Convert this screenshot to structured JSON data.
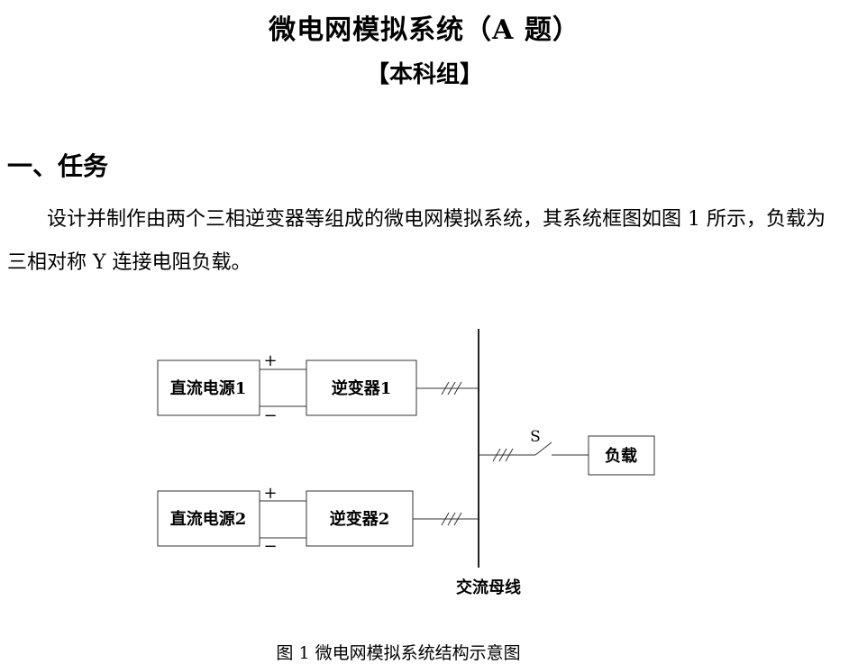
{
  "document": {
    "title": "微电网模拟系统（A 题）",
    "subtitle": "【本科组】",
    "section_heading": "一、任务",
    "paragraph": "设计并制作由两个三相逆变器等组成的微电网模拟系统，其系统框图如图 1 所示，负载为三相对称 Y 连接电阻负载。",
    "figure_caption": "图 1  微电网模拟系统结构示意图"
  },
  "diagram": {
    "dc_source_1": "直流电源1",
    "dc_source_2": "直流电源2",
    "inverter_1": "逆变器1",
    "inverter_2": "逆变器2",
    "load": "负载",
    "switch_label": "S",
    "bus_label": "交流母线",
    "plus_sign": "+",
    "minus_sign": "−",
    "three_phase_mark": "///"
  }
}
